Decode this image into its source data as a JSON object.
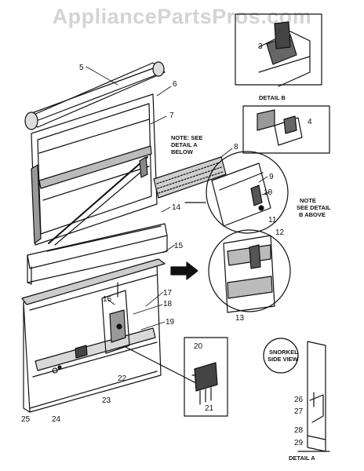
{
  "watermark": "AppliancePartsPros.com",
  "part_numbers": [
    "3",
    "4",
    "5",
    "6",
    "7",
    "8",
    "9",
    "10",
    "11",
    "12",
    "13",
    "14",
    "15",
    "16",
    "17",
    "18",
    "19",
    "20",
    "21",
    "22",
    "23",
    "24",
    "25",
    "26",
    "27",
    "28",
    "29"
  ],
  "notes": {
    "see_detail_a": [
      "NOTE: SEE",
      "DETAIL A",
      "BELOW"
    ],
    "see_detail_b": [
      "NOTE",
      "SEE DETAIL",
      "B ABOVE"
    ],
    "snorkel": [
      "SNORKEL",
      "SIDE VIEW"
    ]
  },
  "captions": {
    "detail_b": "DETAIL B",
    "detail_a": "DETAIL A"
  }
}
